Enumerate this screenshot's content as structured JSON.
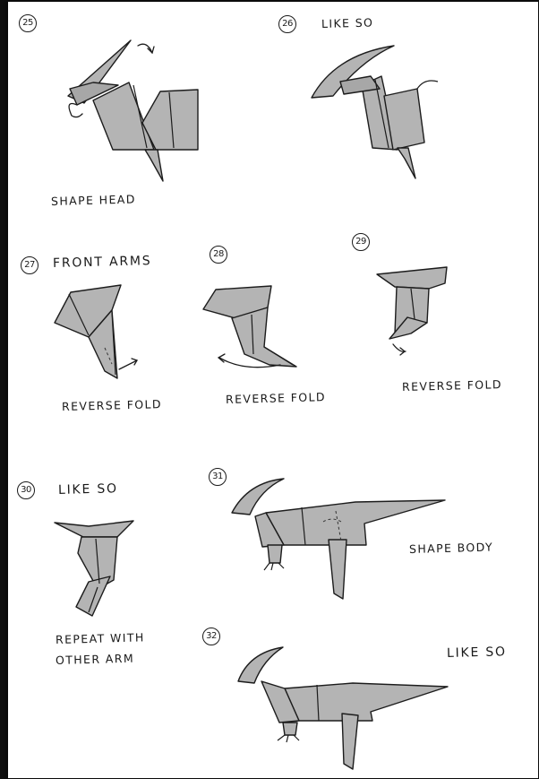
{
  "steps": [
    {
      "number": "25",
      "caption": "SHAPE HEAD"
    },
    {
      "number": "26",
      "caption": "LIKE SO"
    },
    {
      "number": "27",
      "title": "FRONT ARMS",
      "caption": "REVERSE FOLD"
    },
    {
      "number": "28",
      "caption": "REVERSE FOLD"
    },
    {
      "number": "29",
      "caption": "REVERSE FOLD"
    },
    {
      "number": "30",
      "caption": "LIKE SO",
      "caption2_line1": "REPEAT WITH",
      "caption2_line2": "OTHER ARM"
    },
    {
      "number": "31",
      "caption": "SHAPE BODY"
    },
    {
      "number": "32",
      "caption": "LIKE SO"
    }
  ],
  "colors": {
    "paper": "#b4b4b4",
    "ink": "#1c1c1c",
    "background": "#ffffff"
  }
}
